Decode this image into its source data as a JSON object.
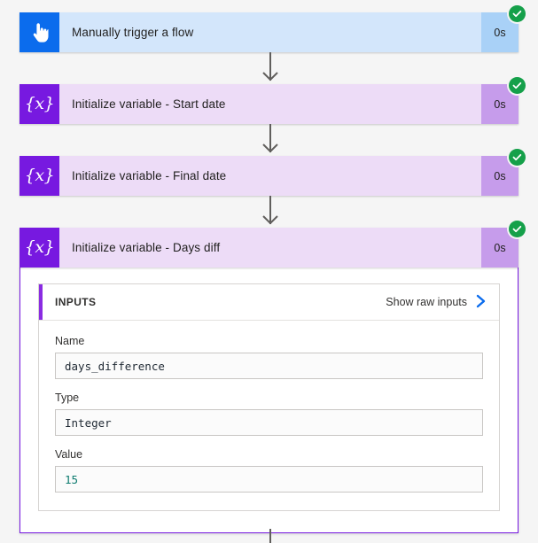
{
  "theme": {
    "page_background": "#f5f5f5",
    "trigger_icon_color": "#0b6ced",
    "trigger_header_color": "#d3e6fb",
    "trigger_duration_color": "#a9d1f7",
    "variable_icon_color": "#7719e0",
    "variable_header_color": "#eddcf7",
    "variable_duration_color": "#c69ceb",
    "success_badge_color": "#15a04a",
    "accent_bar_color": "#8a2be2",
    "link_color": "#0b6ced",
    "numeric_value_color": "#0b7a6e"
  },
  "flow": {
    "nodes": [
      {
        "id": "manual-trigger",
        "title": "Manually trigger a flow",
        "duration": "0s",
        "status": "succeeded",
        "icon": "hand-pointer-icon",
        "kind": "trigger",
        "expanded": false
      },
      {
        "id": "init-start-date",
        "title": "Initialize variable - Start date",
        "duration": "0s",
        "status": "succeeded",
        "icon": "variable-braces-icon",
        "icon_glyph": "{x}",
        "kind": "variable",
        "expanded": false
      },
      {
        "id": "init-final-date",
        "title": "Initialize variable - Final date",
        "duration": "0s",
        "status": "succeeded",
        "icon": "variable-braces-icon",
        "icon_glyph": "{x}",
        "kind": "variable",
        "expanded": false
      },
      {
        "id": "init-days-diff",
        "title": "Initialize variable - Days diff",
        "duration": "0s",
        "status": "succeeded",
        "icon": "variable-braces-icon",
        "icon_glyph": "{x}",
        "kind": "variable",
        "expanded": true
      }
    ]
  },
  "inputs_panel": {
    "heading": "INPUTS",
    "show_raw_label": "Show raw inputs",
    "chevron_icon": "chevron-right-icon",
    "fields": [
      {
        "label": "Name",
        "value": "days_difference",
        "value_type": "text"
      },
      {
        "label": "Type",
        "value": "Integer",
        "value_type": "text"
      },
      {
        "label": "Value",
        "value": "15",
        "value_type": "number"
      }
    ]
  }
}
